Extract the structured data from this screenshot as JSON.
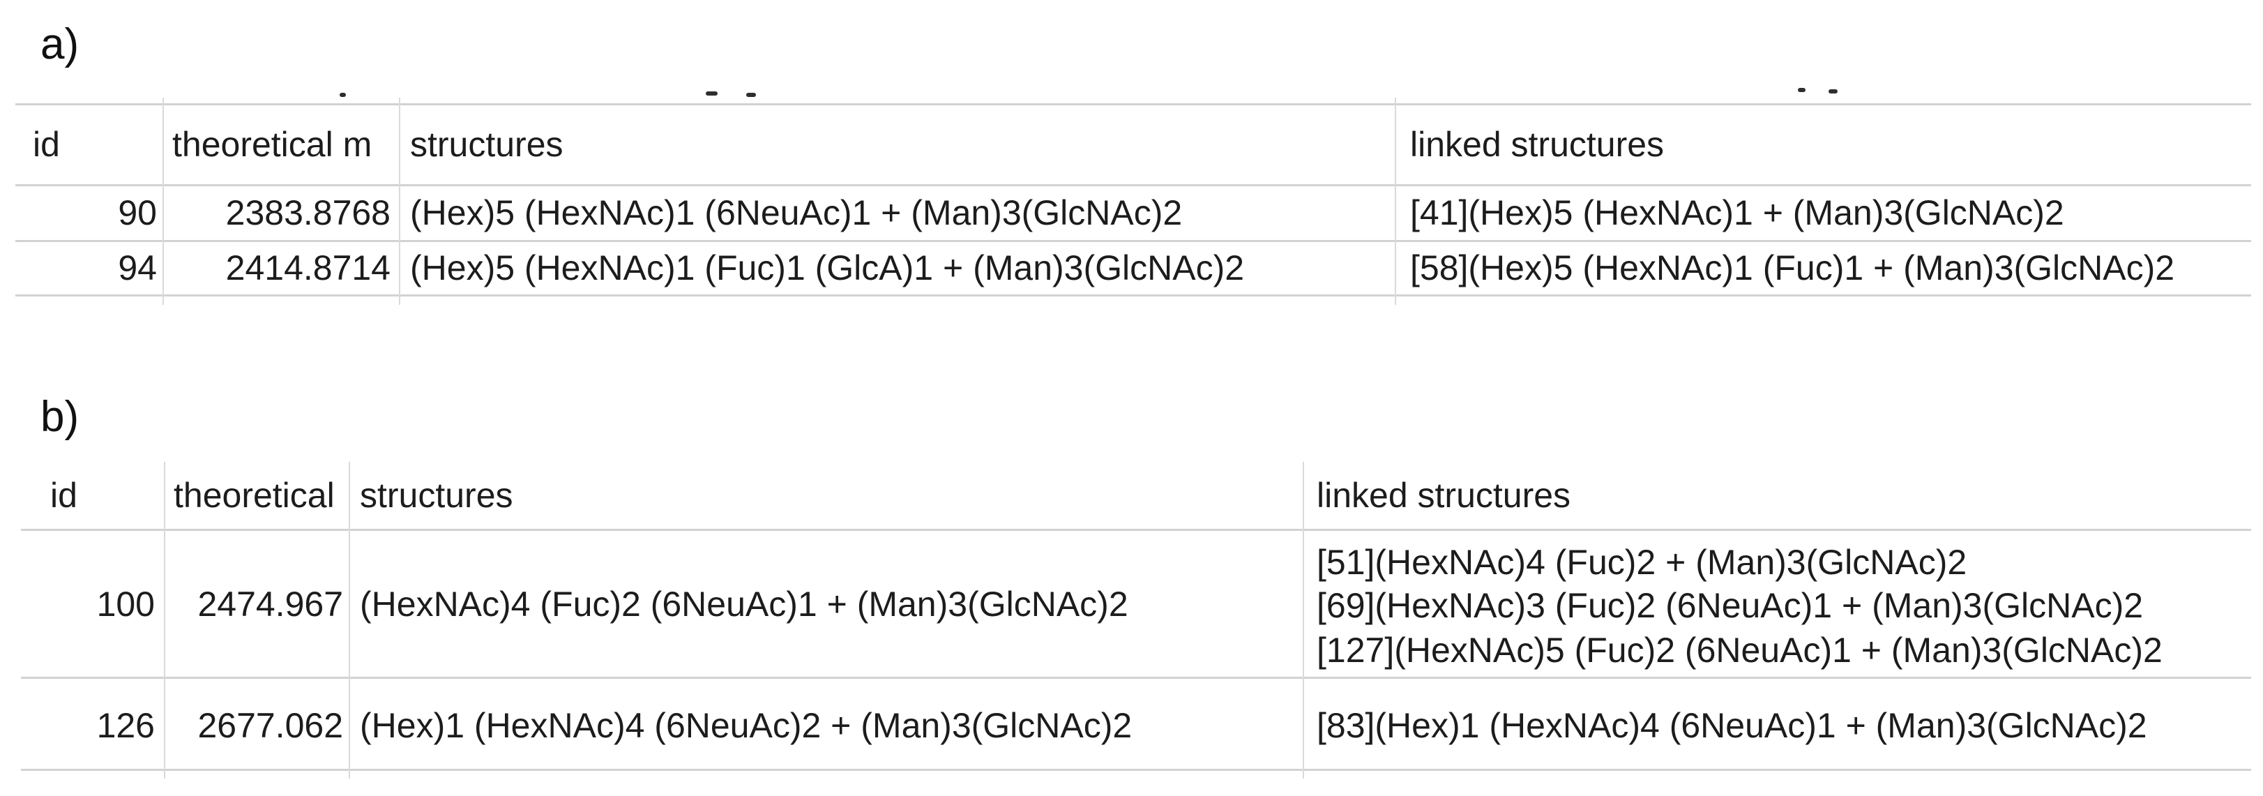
{
  "panels": [
    {
      "label": "a)",
      "columns": [
        "id",
        "theoretical m",
        "structures",
        "linked structures"
      ],
      "rows": [
        {
          "id": "90",
          "theoretical": "2383.8768",
          "structures": "(Hex)5 (HexNAc)1 (6NeuAc)1 + (Man)3(GlcNAc)2",
          "linked": [
            "[41](Hex)5 (HexNAc)1 + (Man)3(GlcNAc)2"
          ]
        },
        {
          "id": "94",
          "theoretical": "2414.8714",
          "structures": "(Hex)5 (HexNAc)1 (Fuc)1 (GlcA)1 + (Man)3(GlcNAc)2",
          "linked": [
            "[58](Hex)5 (HexNAc)1 (Fuc)1 + (Man)3(GlcNAc)2"
          ]
        }
      ]
    },
    {
      "label": "b)",
      "columns": [
        "id",
        "theoretical",
        "structures",
        "linked structures"
      ],
      "rows": [
        {
          "id": "100",
          "theoretical": "2474.967",
          "structures": "(HexNAc)4 (Fuc)2 (6NeuAc)1 + (Man)3(GlcNAc)2",
          "linked": [
            "[51](HexNAc)4 (Fuc)2 + (Man)3(GlcNAc)2",
            "[69](HexNAc)3 (Fuc)2 (6NeuAc)1 + (Man)3(GlcNAc)2",
            "[127](HexNAc)5 (Fuc)2 (6NeuAc)1 + (Man)3(GlcNAc)2"
          ]
        },
        {
          "id": "126",
          "theoretical": "2677.062",
          "structures": "(Hex)1 (HexNAc)4 (6NeuAc)2 + (Man)3(GlcNAc)2",
          "linked": [
            "[83](Hex)1 (HexNAc)4 (6NeuAc)1 + (Man)3(GlcNAc)2"
          ]
        }
      ]
    }
  ],
  "colors": {
    "gridline": "#d2d2d2",
    "text": "#1c1c1c",
    "background": "#ffffff"
  }
}
